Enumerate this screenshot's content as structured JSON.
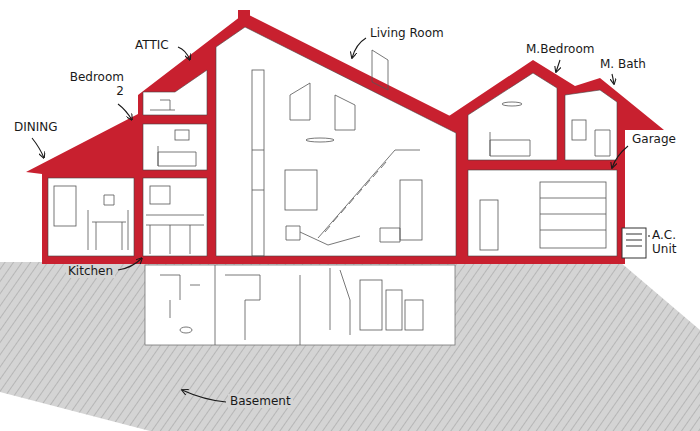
{
  "diagram": {
    "labels": [
      "ATTIC",
      "Living Room",
      "Bedroom 2",
      "DINING",
      "M.Bedroom",
      "M. Bath",
      "Garage",
      "A.C. Unit",
      "Kitchen",
      "Basement"
    ]
  }
}
